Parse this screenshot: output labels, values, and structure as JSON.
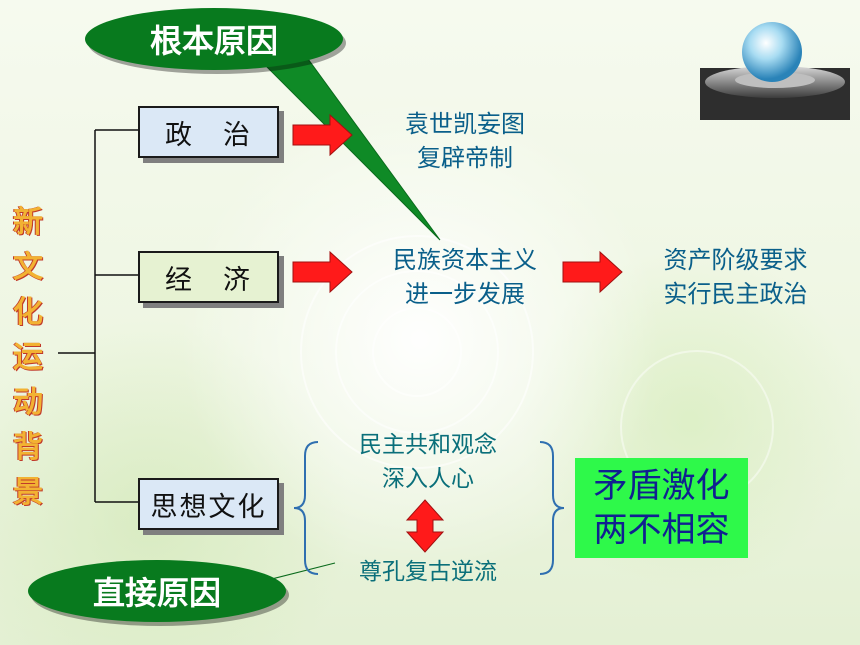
{
  "side_title_chars": [
    "新",
    "文",
    "化",
    "运",
    "动",
    "背",
    "景"
  ],
  "boxes": {
    "politics": "政　治",
    "economy": "经　济",
    "culture": "思想文化"
  },
  "politics_result": [
    "袁世凯妄图",
    "复辟帝制"
  ],
  "economy_result": [
    "民族资本主义",
    "进一步发展"
  ],
  "economy_demand": [
    "资产阶级要求",
    "实行民主政治"
  ],
  "culture_new": [
    "民主共和观念",
    "深入人心"
  ],
  "culture_old": "尊孔复古逆流",
  "conflict": [
    "矛盾激化",
    "两不相容"
  ],
  "callouts": {
    "root_cause": "根本原因",
    "direct_cause": "直接原因"
  },
  "colors": {
    "arrow_red": "#ff1a1a",
    "callout_green": "#087a1e",
    "conflict_bg": "#2ef94a",
    "text_blue": "#0a5f8a"
  }
}
